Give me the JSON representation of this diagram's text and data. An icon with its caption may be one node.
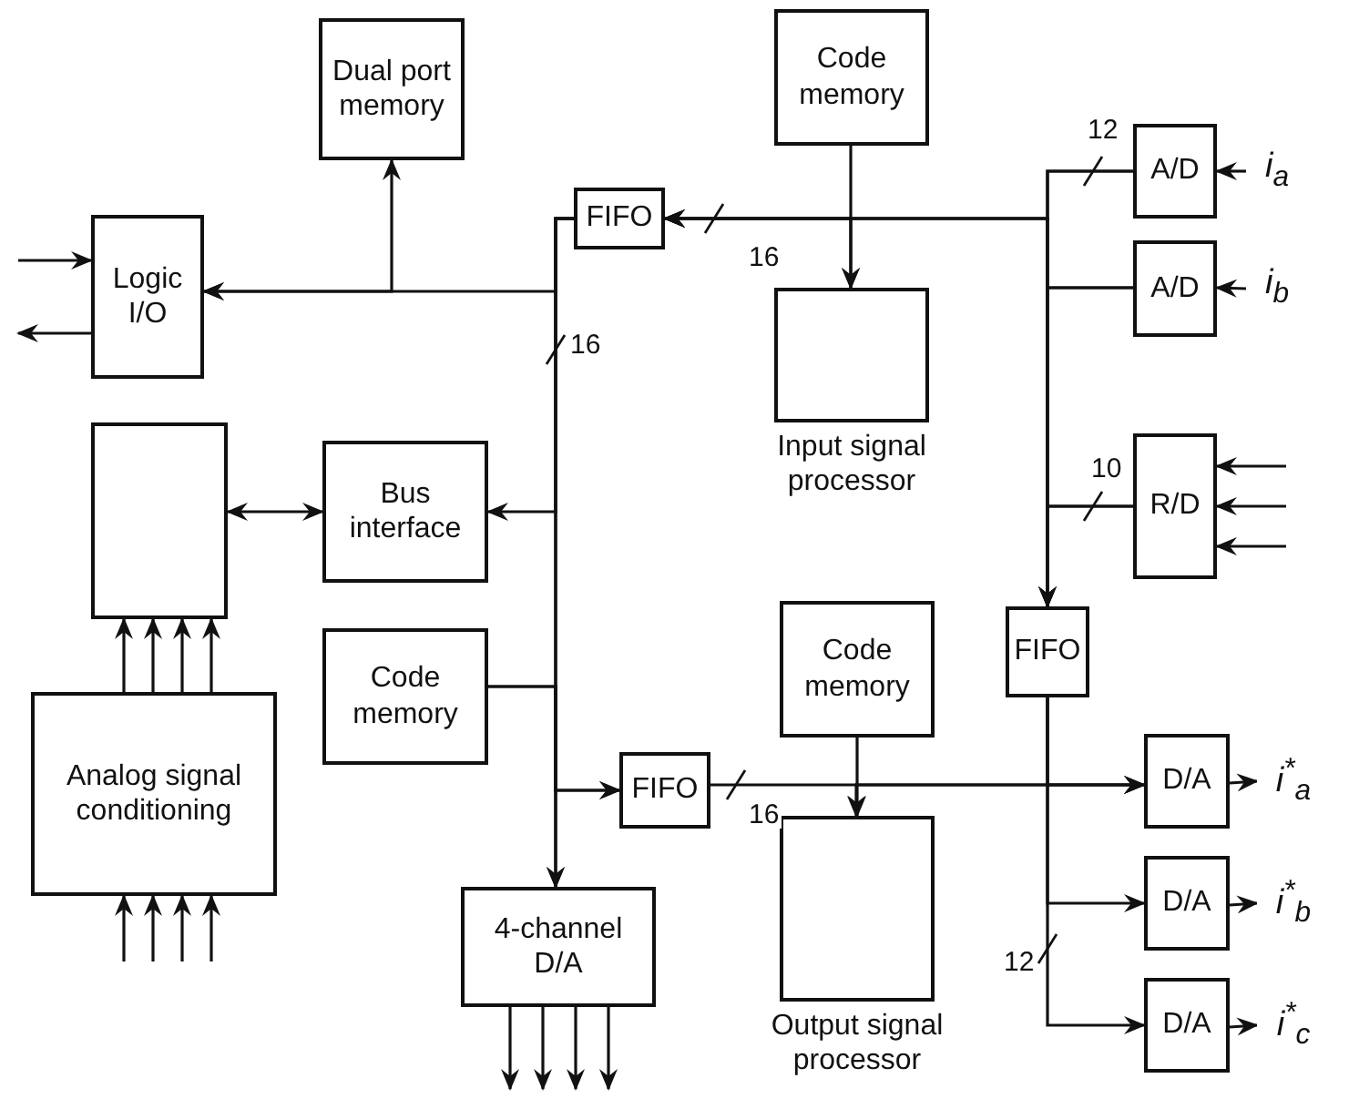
{
  "diagram": {
    "nodes": [
      {
        "text": [
          "Dual port memory"
        ]
      },
      {
        "text": [
          "Code memory"
        ]
      },
      {
        "text": [
          "FIFO"
        ]
      },
      {
        "text": [
          "A/D"
        ]
      },
      {
        "text": [
          "i$_{a}$"
        ]
      },
      {
        "text": [
          "Logic I/O"
        ]
      },
      {
        "text": [
          "A/D"
        ]
      },
      {
        "text": [
          "i$_{b}$"
        ]
      },
      {
        "text": [],
        "shape": "box",
        "beside": [
          "Input signal processor"
        ]
      },
      {
        "text": [],
        "shape": "box"
      },
      {
        "text": [
          "Bus interface"
        ]
      },
      {
        "text": [
          "R/D"
        ]
      },
      {
        "text": [
          "Code memory"
        ]
      },
      {
        "text": [
          "Code memory"
        ]
      },
      {
        "text": [
          "FIFO"
        ]
      },
      {
        "text": [
          "Analog signal conditioning"
        ]
      },
      {
        "text": [
          "FIFO"
        ]
      },
      {
        "text": [
          "D/A"
        ]
      },
      {
        "text": [
          "i$^{*}$$_{a}$"
        ]
      },
      {
        "text": [
          "4-channel D/A"
        ]
      },
      {
        "text": [],
        "shape": "box",
        "beside": [
          "Output signal processor"
        ]
      },
      {
        "text": [
          "D/A"
        ]
      },
      {
        "text": [
          "i$^{*}$$_{b}$"
        ]
      },
      {
        "text": [
          "D/A"
        ]
      },
      {
        "text": [
          "i$^{*}$$_{c}$"
        ]
      }
    ],
    "edges": [
      {
        "from": null,
        "to": 5,
        "arrow": "to"
      },
      {
        "from": 5,
        "to": null,
        "arrow": "to"
      },
      {
        "from": 5,
        "to": 0,
        "arrow": "both"
      },
      {
        "from": 2,
        "to": 5,
        "arrow": "to"
      },
      {
        "from": 2,
        "to": 10,
        "arrow": "to",
        "label": "16"
      },
      {
        "from": 9,
        "to": 10,
        "arrow": "both"
      },
      {
        "from": 12,
        "to": 16,
        "arrow": "to"
      },
      {
        "from": 12,
        "to": 19,
        "arrow": "to"
      },
      {
        "from": 2,
        "to": 16,
        "arrow": "to"
      },
      {
        "from": 2,
        "to": 19,
        "arrow": "to"
      },
      {
        "from": 15,
        "to": 9,
        "arrow": "to"
      },
      {
        "from": 15,
        "to": 9,
        "arrow": "to"
      },
      {
        "from": 15,
        "to": 9,
        "arrow": "to"
      },
      {
        "from": 15,
        "to": 9,
        "arrow": "to"
      },
      {
        "from": null,
        "to": 15,
        "arrow": "to"
      },
      {
        "from": null,
        "to": 15,
        "arrow": "to"
      },
      {
        "from": null,
        "to": 15,
        "arrow": "to"
      },
      {
        "from": null,
        "to": 15,
        "arrow": "to"
      },
      {
        "from": 19,
        "to": null,
        "arrow": "to"
      },
      {
        "from": 19,
        "to": null,
        "arrow": "to"
      },
      {
        "from": 19,
        "to": null,
        "arrow": "to"
      },
      {
        "from": 19,
        "to": null,
        "arrow": "to"
      },
      {
        "from": 1,
        "to": 8,
        "arrow": "to"
      },
      {
        "from": 8,
        "to": 2,
        "arrow": "both",
        "label": "16"
      },
      {
        "from": 3,
        "to": 2,
        "arrow": "to",
        "label": "12"
      },
      {
        "from": 6,
        "to": 2,
        "arrow": "to"
      },
      {
        "from": 11,
        "to": 2,
        "arrow": "to",
        "label": "10"
      },
      {
        "from": 3,
        "to": 14,
        "arrow": "to"
      },
      {
        "from": 6,
        "to": 14,
        "arrow": "to"
      },
      {
        "from": 11,
        "to": 14,
        "arrow": "to"
      },
      {
        "from": 4,
        "to": 3,
        "arrow": "to"
      },
      {
        "from": 7,
        "to": 6,
        "arrow": "to"
      },
      {
        "from": null,
        "to": 11,
        "arrow": "to"
      },
      {
        "from": null,
        "to": 11,
        "arrow": "to"
      },
      {
        "from": null,
        "to": 11,
        "arrow": "to"
      },
      {
        "from": 16,
        "to": 17,
        "arrow": "to",
        "label": "16"
      },
      {
        "from": 13,
        "to": 20,
        "arrow": "to"
      },
      {
        "from": 20,
        "to": 17,
        "arrow": "both"
      },
      {
        "from": 14,
        "to": 17,
        "arrow": "to"
      },
      {
        "from": 14,
        "to": 21,
        "arrow": "to"
      },
      {
        "from": 14,
        "to": 23,
        "arrow": "to",
        "label": "12"
      },
      {
        "from": 17,
        "to": 18,
        "arrow": "to"
      },
      {
        "from": 21,
        "to": 22,
        "arrow": "to"
      },
      {
        "from": 23,
        "to": 24,
        "arrow": "to"
      }
    ]
  }
}
